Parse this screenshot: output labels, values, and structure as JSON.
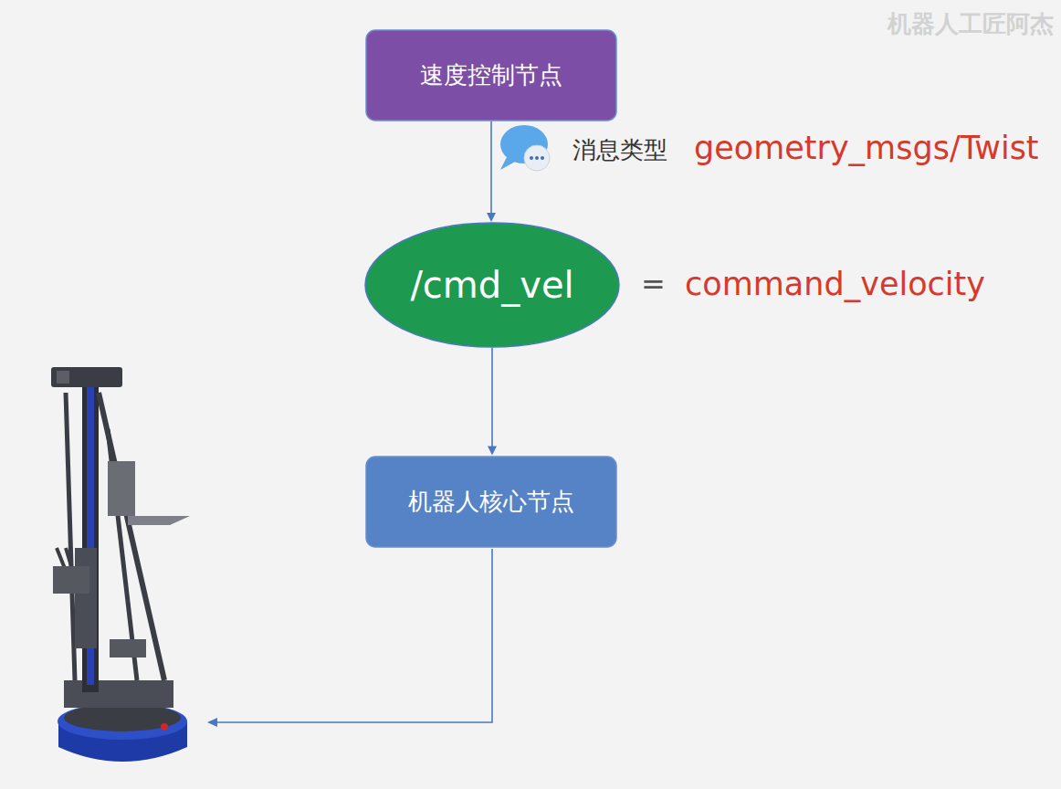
{
  "diagram": {
    "nodes": [
      {
        "text": [
          "速度控制节点"
        ]
      },
      {
        "text": [
          "/cmd_vel"
        ]
      },
      {
        "text": [
          "机器人核心节点"
        ]
      }
    ],
    "edges": [
      {
        "from": 0,
        "to": 1,
        "arrow": "to"
      },
      {
        "from": 1,
        "to": 2,
        "arrow": "to"
      }
    ],
    "labels": [
      "消息类型",
      "geometry_msgs/Twist",
      "=",
      "command_velocity",
      "机器人工匠阿杰"
    ]
  }
}
